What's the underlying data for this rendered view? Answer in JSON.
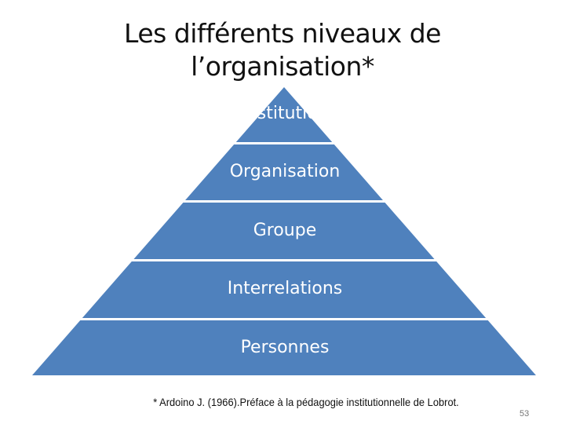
{
  "slide": {
    "title_line1": "Les différents niveaux de",
    "title_line2": "l’organisation*",
    "footnote": "* Ardoino J. (1966).Préface à la pédagogie institutionnelle de Lobrot.",
    "page_number": "53"
  },
  "pyramid": {
    "fill_color": "#4f81bd",
    "levels": [
      {
        "label": "Institution"
      },
      {
        "label": "Organisation"
      },
      {
        "label": "Groupe"
      },
      {
        "label": "Interrelations"
      },
      {
        "label": "Personnes"
      }
    ]
  }
}
